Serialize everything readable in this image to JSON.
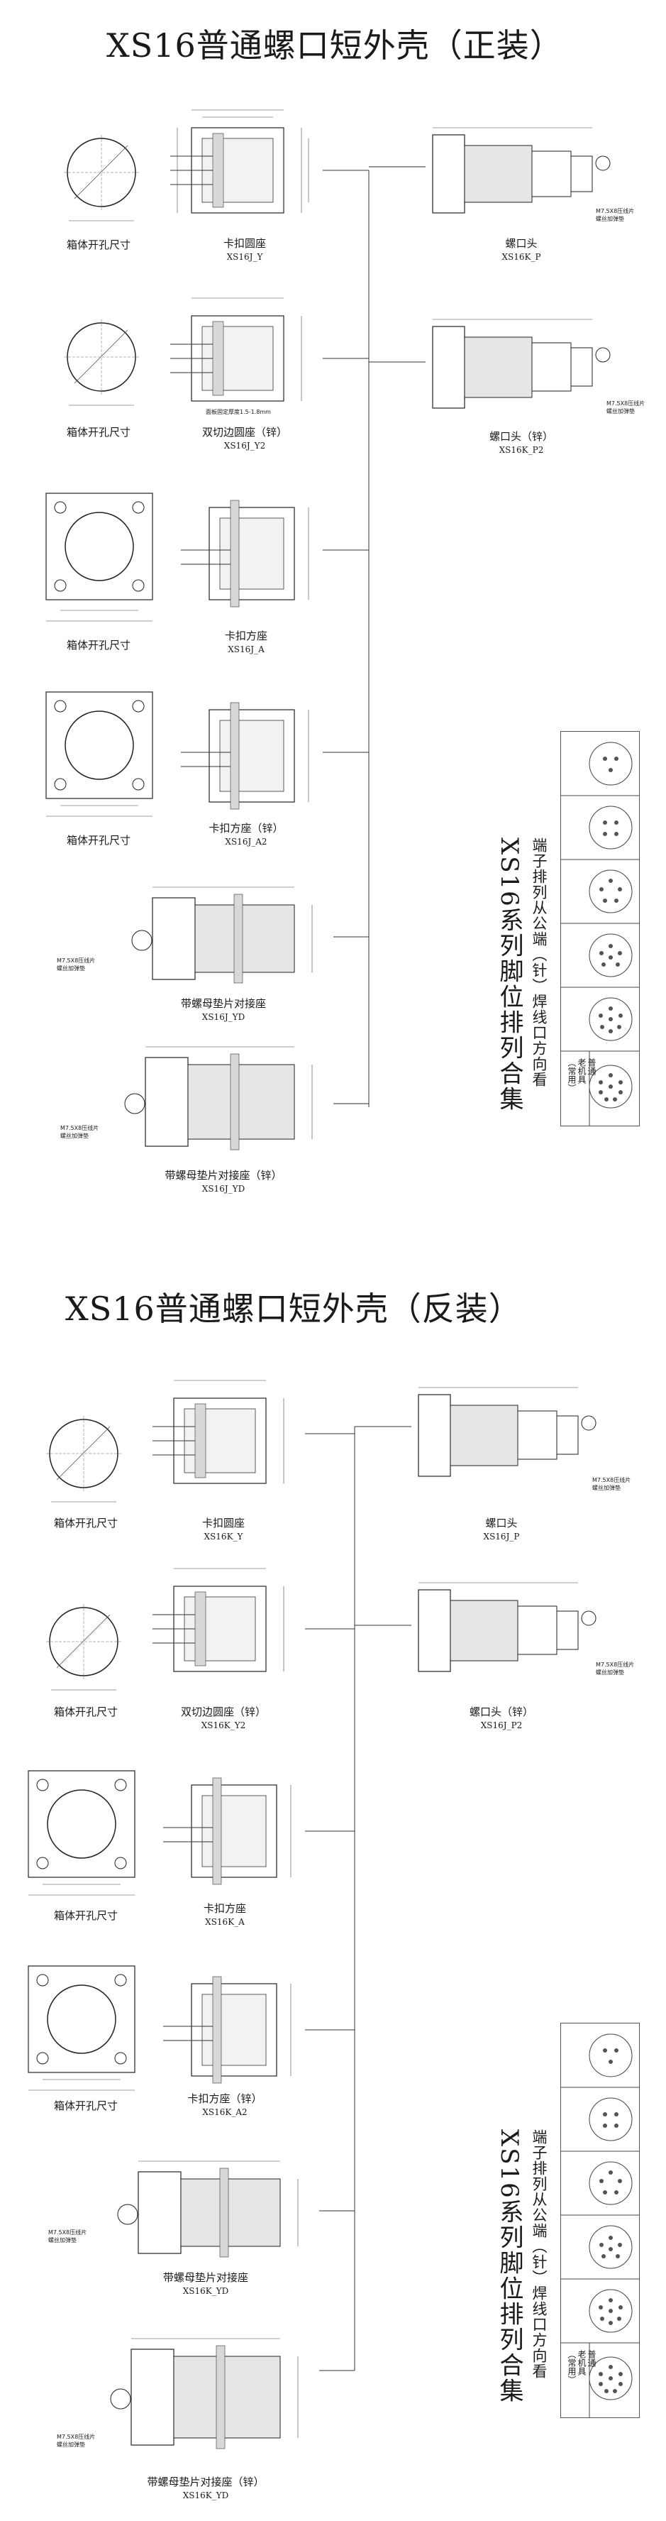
{
  "sections": [
    {
      "title": "XS16普通螺口短外壳（正装）",
      "cutout_label": "箱体开孔尺寸",
      "items": [
        {
          "name": "卡扣圆座",
          "code": "XS16J_Y"
        },
        {
          "name": "双切边圆座（锌）",
          "code": "XS16J_Y2"
        },
        {
          "name": "卡扣方座",
          "code": "XS16J_A"
        },
        {
          "name": "卡扣方座（锌）",
          "code": "XS16J_A2"
        },
        {
          "name": "带螺母垫片对接座",
          "code": "XS16J_YD"
        },
        {
          "name": "带螺母垫片对接座（锌）",
          "code": "XS16J_YD"
        }
      ],
      "plugs": [
        {
          "name": "螺口头",
          "code": "XS16K_P"
        },
        {
          "name": "螺口头（锌）",
          "code": "XS16K_P2"
        }
      ],
      "side_title": "XS16系列脚位排列合集",
      "side_sub": "端子排列从公端（针）焊线口方向看",
      "legend": "普通\n老机具\n（常用）"
    },
    {
      "title": "XS16普通螺口短外壳（反装）",
      "cutout_label": "箱体开孔尺寸",
      "items": [
        {
          "name": "卡扣圆座",
          "code": "XS16K_Y"
        },
        {
          "name": "双切边圆座（锌）",
          "code": "XS16K_Y2"
        },
        {
          "name": "卡扣方座",
          "code": "XS16K_A"
        },
        {
          "name": "卡扣方座（锌）",
          "code": "XS16K_A2"
        },
        {
          "name": "带螺母垫片对接座",
          "code": "XS16K_YD"
        },
        {
          "name": "带螺母垫片对接座（锌）",
          "code": "XS16K_YD"
        }
      ],
      "plugs": [
        {
          "name": "螺口头",
          "code": "XS16J_P"
        },
        {
          "name": "螺口头（锌）",
          "code": "XS16J_P2"
        }
      ],
      "side_title": "XS16系列脚位排列合集",
      "side_sub": "端子排列从公端（针）焊线口方向看",
      "legend": "普通\n老机具\n（常用）"
    }
  ],
  "notes": {
    "cable_clamp": "M7.5X8压线片\n螺丝加弹垫",
    "panel_thickness": "面板固定厚度1.5-1.8mm"
  }
}
